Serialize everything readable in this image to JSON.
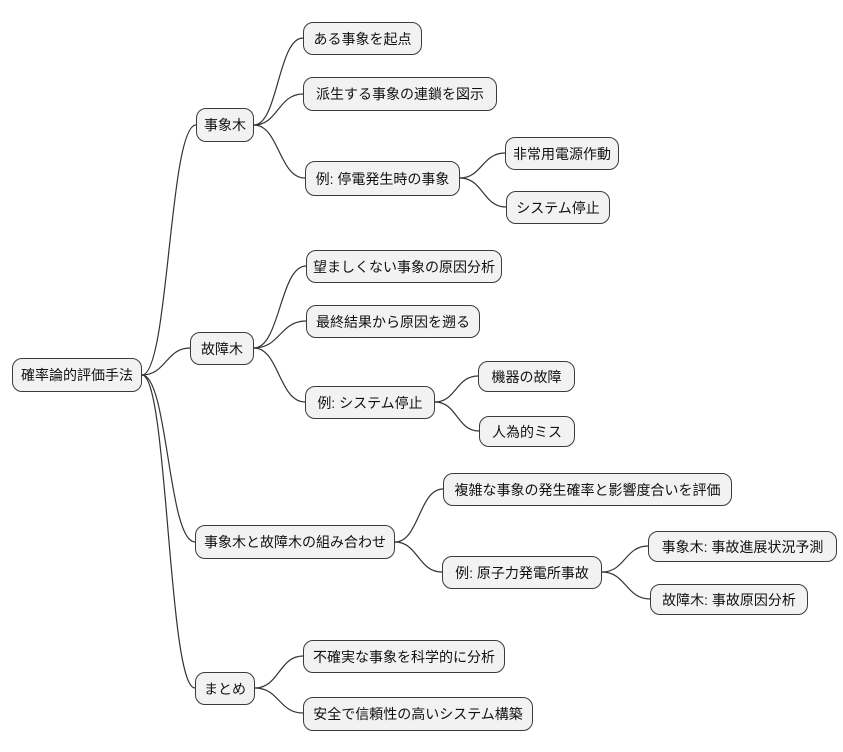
{
  "theme": {
    "bg": "#ffffff",
    "node_fill": "#f2f2f2",
    "node_border": "#3b3b3b",
    "edge_color": "#333333",
    "text_color": "#111111"
  },
  "mindmap": {
    "root": {
      "label": "確率論的評価手法",
      "children": [
        {
          "label": "事象木",
          "children": [
            {
              "label": "ある事象を起点"
            },
            {
              "label": "派生する事象の連鎖を図示"
            },
            {
              "label": "例: 停電発生時の事象",
              "children": [
                {
                  "label": "非常用電源作動"
                },
                {
                  "label": "システム停止"
                }
              ]
            }
          ]
        },
        {
          "label": "故障木",
          "children": [
            {
              "label": "望ましくない事象の原因分析"
            },
            {
              "label": "最終結果から原因を遡る"
            },
            {
              "label": "例: システム停止",
              "children": [
                {
                  "label": "機器の故障"
                },
                {
                  "label": "人為的ミス"
                }
              ]
            }
          ]
        },
        {
          "label": "事象木と故障木の組み合わせ",
          "children": [
            {
              "label": "複雑な事象の発生確率と影響度合いを評価"
            },
            {
              "label": "例: 原子力発電所事故",
              "children": [
                {
                  "label": "事象木: 事故進展状況予測"
                },
                {
                  "label": "故障木: 事故原因分析"
                }
              ]
            }
          ]
        },
        {
          "label": "まとめ",
          "children": [
            {
              "label": "不確実な事象を科学的に分析"
            },
            {
              "label": "安全で信頼性の高いシステム構築"
            }
          ]
        }
      ]
    }
  }
}
